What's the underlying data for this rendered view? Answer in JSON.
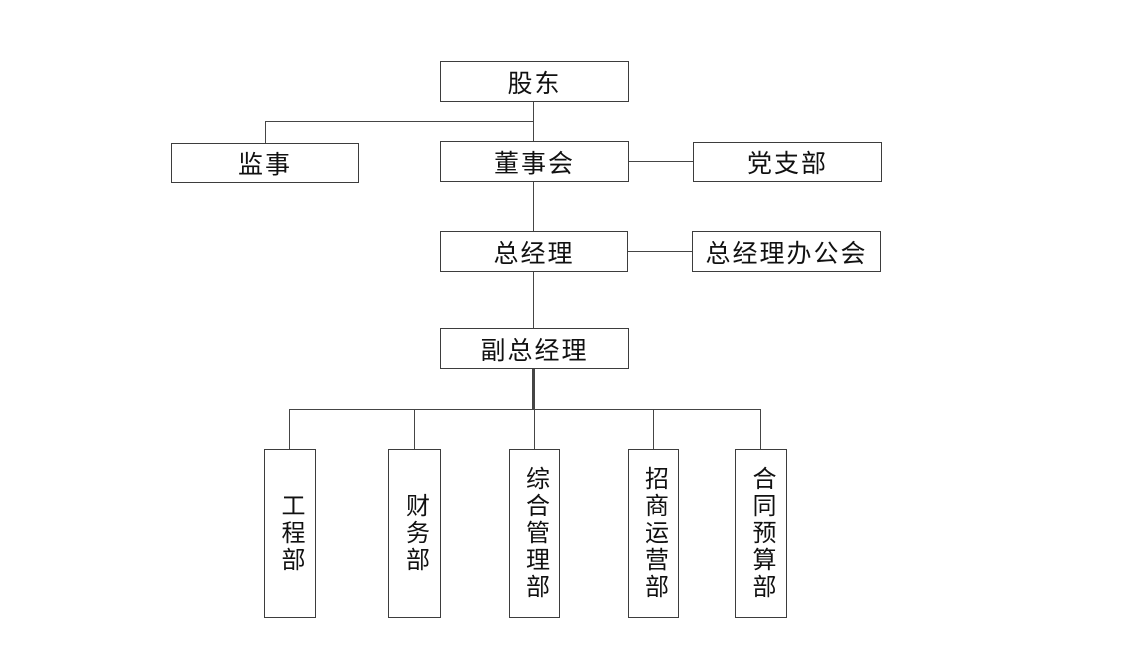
{
  "diagram": {
    "type": "org-chart",
    "nodes": {
      "shareholders": {
        "label": "股东"
      },
      "supervisor": {
        "label": "监事"
      },
      "board": {
        "label": "董事会"
      },
      "party_branch": {
        "label": "党支部"
      },
      "general_manager": {
        "label": "总经理"
      },
      "gm_office_meeting": {
        "label": "总经理办公会"
      },
      "deputy_general_manager": {
        "label": "副总经理"
      },
      "departments": [
        {
          "label": "工程部"
        },
        {
          "label": "财务部"
        },
        {
          "label": "综合管理部"
        },
        {
          "label": "招商运营部"
        },
        {
          "label": "合同预算部"
        }
      ]
    },
    "edges": [
      "股东-董事会",
      "股东-监事",
      "董事会-党支部",
      "董事会-总经理",
      "总经理-总经理办公会",
      "总经理-副总经理",
      "副总经理-工程部",
      "副总经理-财务部",
      "副总经理-综合管理部",
      "副总经理-招商运营部",
      "副总经理-合同预算部"
    ],
    "colors": {
      "line": "#454545",
      "border": "#3d3d3d",
      "text": "#111111",
      "background": "#ffffff"
    }
  }
}
